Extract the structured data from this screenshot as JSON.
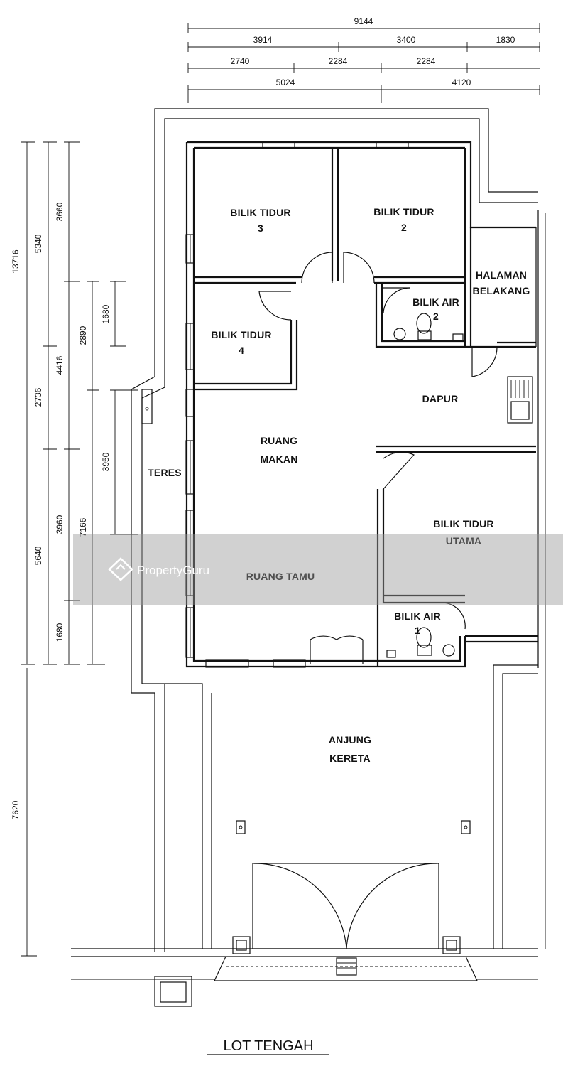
{
  "rooms": {
    "bilik_tidur_3": [
      "BILIK TIDUR",
      "3"
    ],
    "bilik_tidur_2": [
      "BILIK TIDUR",
      "2"
    ],
    "halaman_belakang": [
      "HALAMAN",
      "BELAKANG"
    ],
    "bilik_air_2": [
      "BILIK AIR",
      "2"
    ],
    "bilik_tidur_4": [
      "BILIK TIDUR",
      "4"
    ],
    "dapur": "DAPUR",
    "ruang_makan": [
      "RUANG",
      "MAKAN"
    ],
    "teres": "TERES",
    "bilik_tidur_utama": [
      "BILIK TIDUR",
      "UTAMA"
    ],
    "ruang_tamu": "RUANG TAMU",
    "bilik_air_1": [
      "BILIK AIR",
      "1"
    ],
    "anjung_kereta": [
      "ANJUNG",
      "KERETA"
    ]
  },
  "dimensions_top": {
    "row1": [
      "9144"
    ],
    "row2": [
      "3914",
      "3400",
      "1830"
    ],
    "row3": [
      "2740",
      "2284",
      "2284"
    ],
    "row4": [
      "5024",
      "4120"
    ]
  },
  "dimensions_left": {
    "overall": "13716",
    "col_a": [
      "5340",
      "2736",
      "5640"
    ],
    "col_b": [
      "3660",
      "4416",
      "3960",
      "1680"
    ],
    "col_c": [
      "2890",
      "7166"
    ],
    "col_d": [
      "1680",
      "3950"
    ],
    "carport": "7620"
  },
  "watermark": "PropertyGuru",
  "caption": "LOT TENGAH"
}
